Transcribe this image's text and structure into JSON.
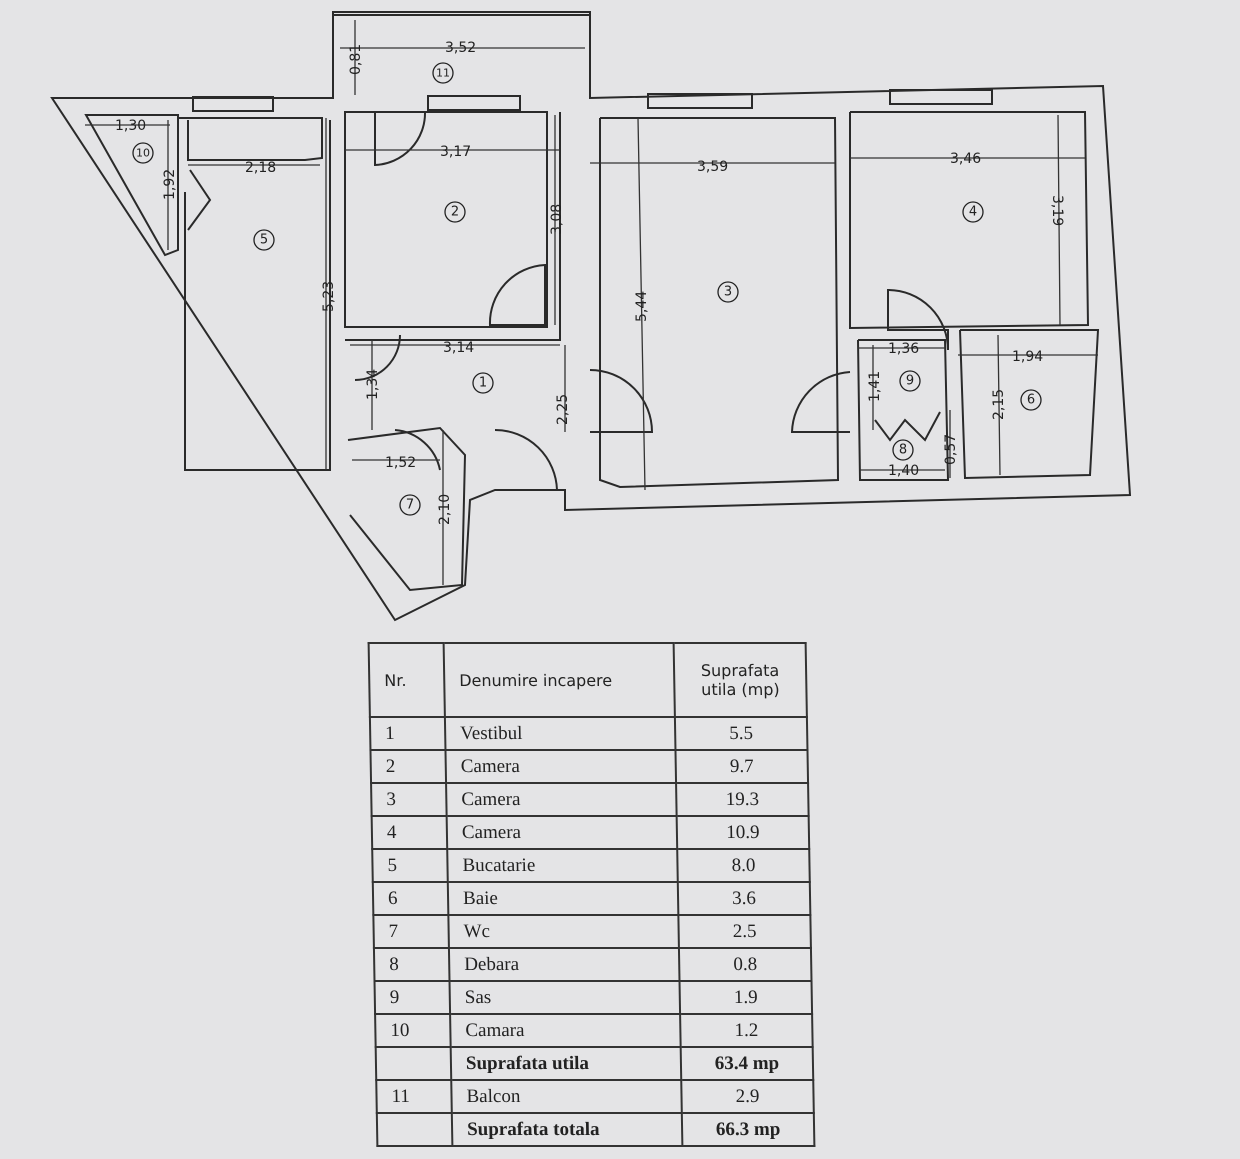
{
  "plan": {
    "dimensions": {
      "balcony_width": "3,52",
      "balcony_depth": "0,81",
      "camara_width": "1,30",
      "camara_depth": "1,92",
      "kitchen_width": "2,18",
      "kitchen_depth": "5,23",
      "room2_width": "3,17",
      "room2_depth": "3,08",
      "room3_width": "3,59",
      "room3_depth": "5,44",
      "room4_width": "3,46",
      "room4_depth": "3,19",
      "hall_width": "3,14",
      "hall_depth": "1,34",
      "hall_depth2": "2,25",
      "sas_width": "1,36",
      "sas_depth": "1,41",
      "bath_width": "1,94",
      "bath_depth": "2,15",
      "debara_width": "1,40",
      "debara_depth": "0,57",
      "wc_width": "1,52",
      "wc_depth": "2,10"
    },
    "room_numbers": [
      "1",
      "2",
      "3",
      "4",
      "5",
      "6",
      "7",
      "8",
      "9",
      "10",
      "11"
    ]
  },
  "table": {
    "headers": {
      "nr": "Nr.",
      "name": "Denumire incapere",
      "area_line1": "Suprafata",
      "area_line2": "utila (mp)"
    },
    "rows": [
      {
        "nr": "1",
        "name": "Vestibul",
        "area": "5.5"
      },
      {
        "nr": "2",
        "name": "Camera",
        "area": "9.7"
      },
      {
        "nr": "3",
        "name": "Camera",
        "area": "19.3"
      },
      {
        "nr": "4",
        "name": "Camera",
        "area": "10.9"
      },
      {
        "nr": "5",
        "name": "Bucatarie",
        "area": "8.0"
      },
      {
        "nr": "6",
        "name": "Baie",
        "area": "3.6"
      },
      {
        "nr": "7",
        "name": "Wc",
        "area": "2.5"
      },
      {
        "nr": "8",
        "name": "Debara",
        "area": "0.8"
      },
      {
        "nr": "9",
        "name": "Sas",
        "area": "1.9"
      },
      {
        "nr": "10",
        "name": "Camara",
        "area": "1.2"
      }
    ],
    "useful_total": {
      "label": "Suprafata utila",
      "value": "63.4 mp"
    },
    "balcony": {
      "nr": "11",
      "name": "Balcon",
      "area": "2.9"
    },
    "grand_total": {
      "label": "Suprafata totala",
      "value": "66.3 mp"
    }
  }
}
